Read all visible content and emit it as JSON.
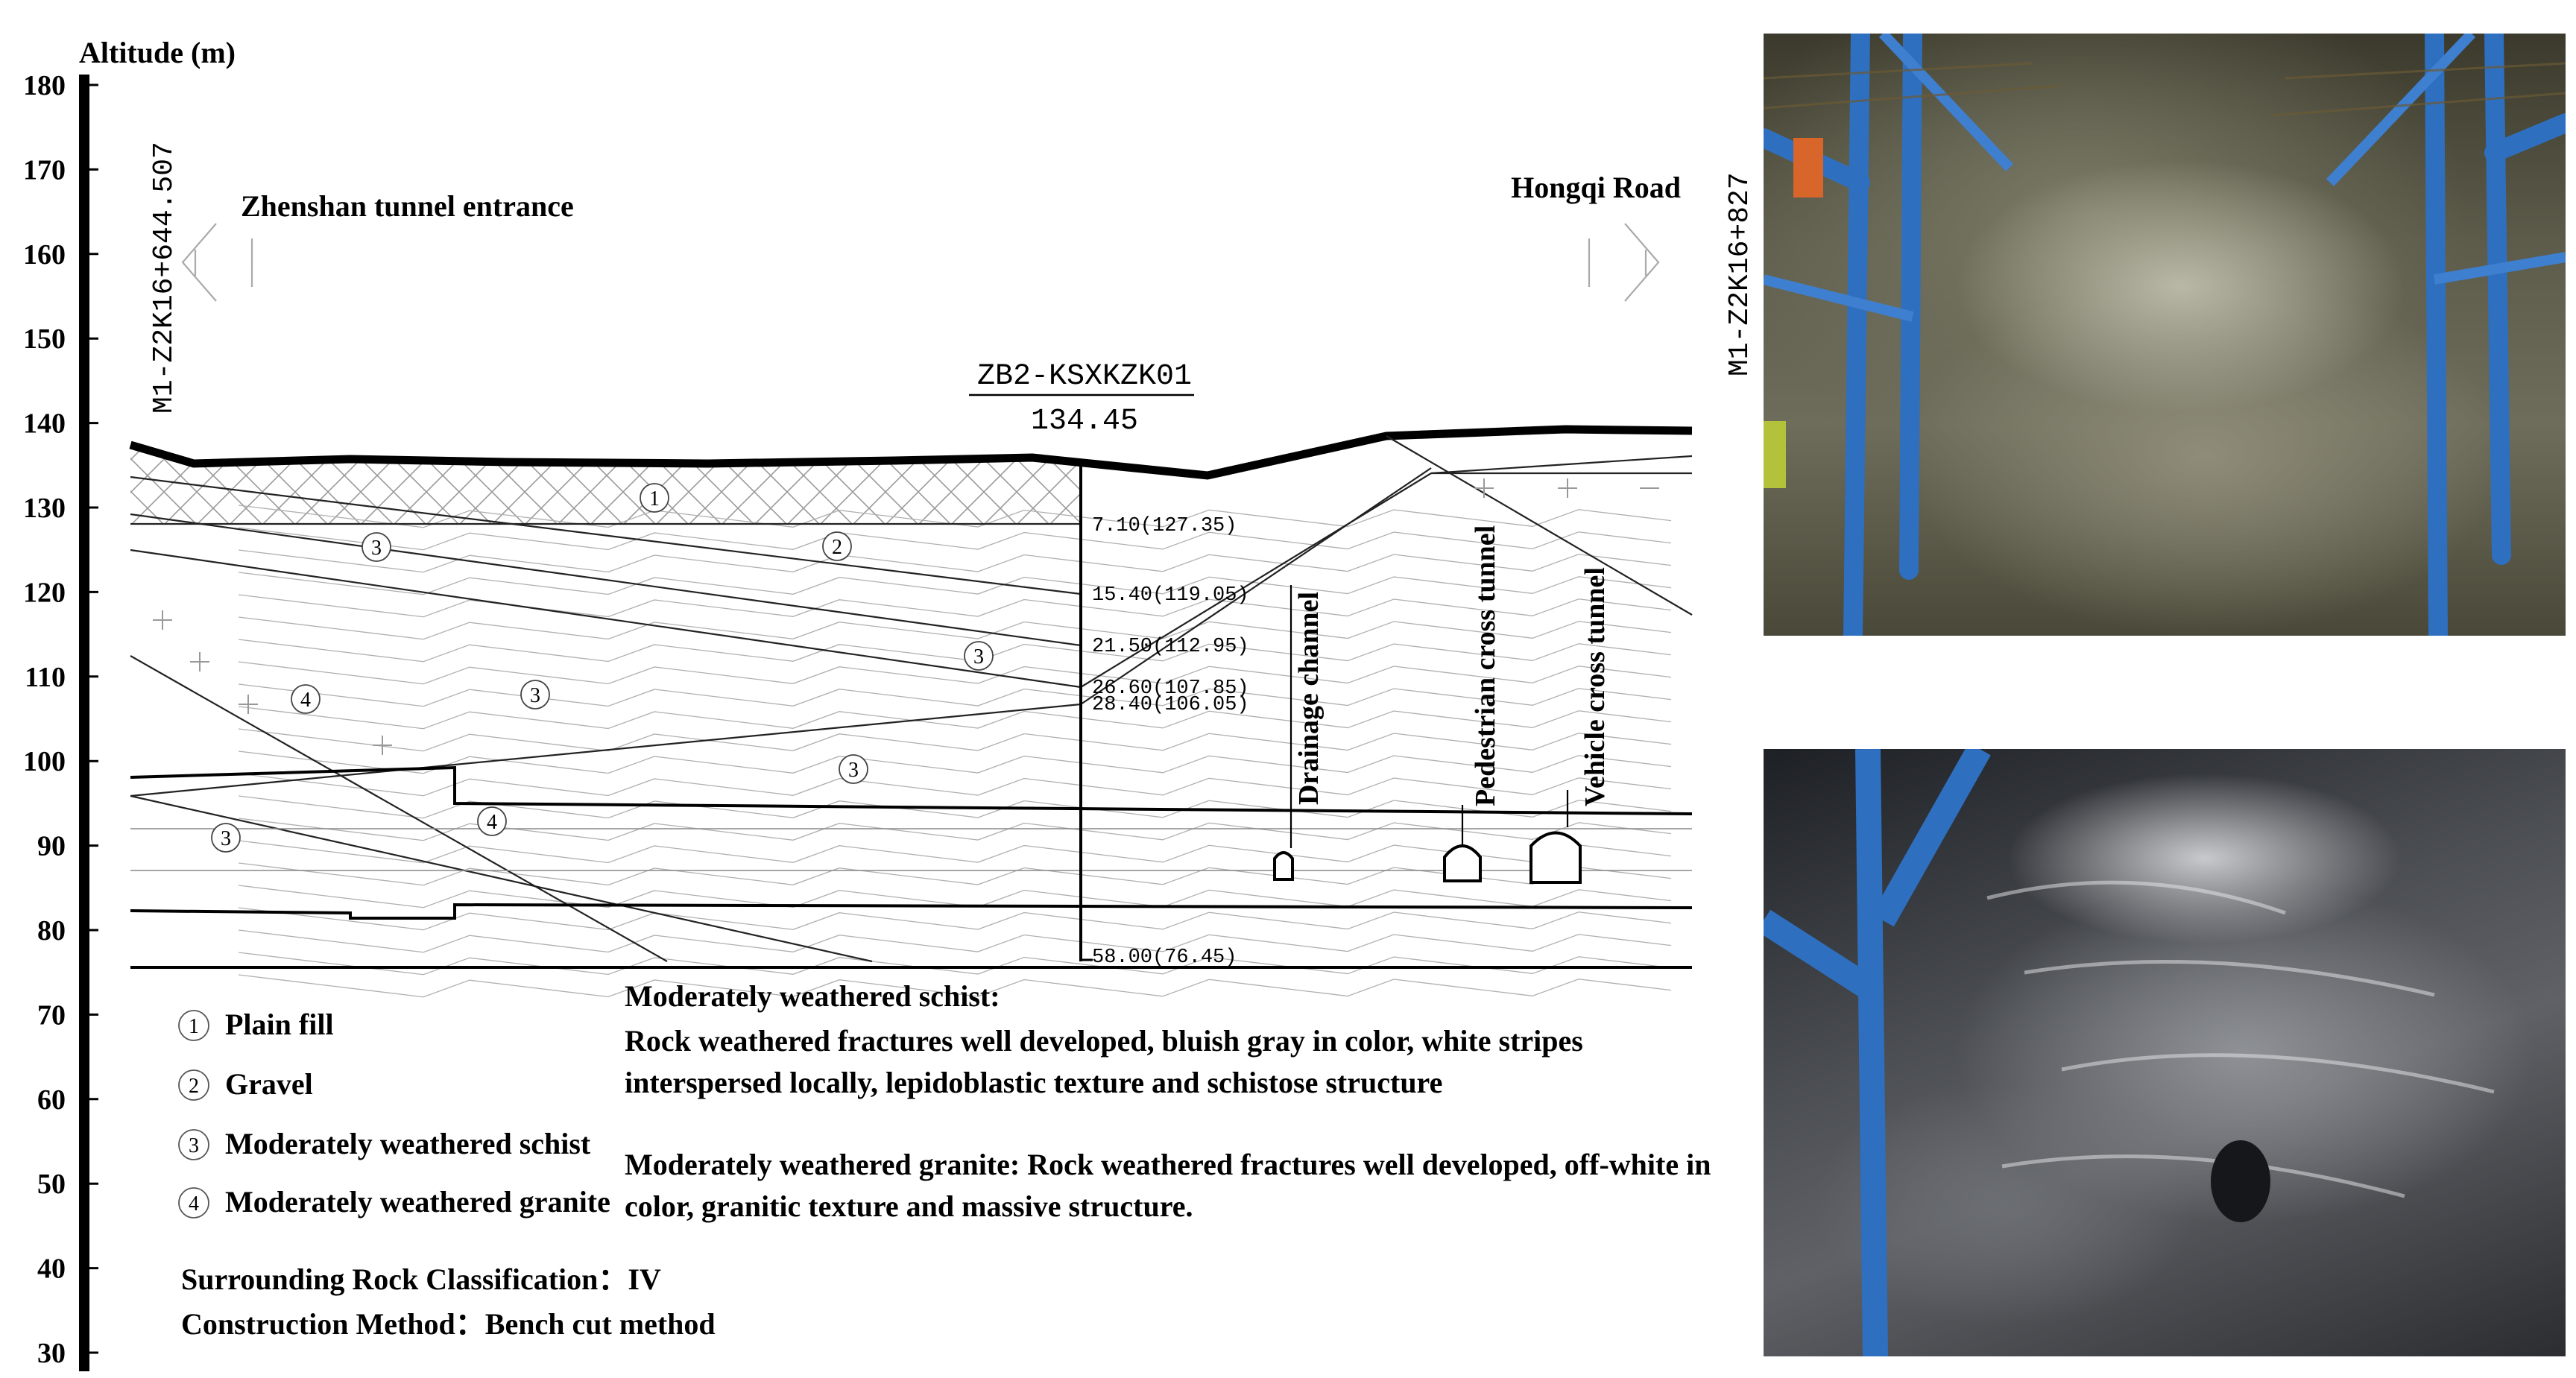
{
  "axis": {
    "title": "Altitude (m)",
    "ticks": [
      "180",
      "170",
      "160",
      "150",
      "140",
      "130",
      "120",
      "110",
      "100",
      "90",
      "80",
      "70",
      "60",
      "50",
      "40",
      "30"
    ]
  },
  "section": {
    "left_station": "M1-Z2K16+644.507",
    "right_station": "M1-Z2K16+827",
    "left_label": "Zhenshan tunnel entrance",
    "right_label": "Hongqi Road",
    "borehole_name": "ZB2-KSXKZK01",
    "borehole_elevation": "134.45",
    "depth_labels": [
      "7.10(127.35)",
      "15.40(119.05)",
      "21.50(112.95)",
      "26.60(107.85)",
      "28.40(106.05)",
      "58.00(76.45)"
    ],
    "tunnels": [
      "Drainage channel",
      "Pedestrian cross tunnel",
      "Vehicle cross tunnel"
    ],
    "layer_markers": [
      "1",
      "2",
      "3",
      "4"
    ]
  },
  "legend": {
    "items": [
      {
        "num": "1",
        "label": "Plain fill"
      },
      {
        "num": "2",
        "label": "Gravel"
      },
      {
        "num": "3",
        "label": "Moderately weathered schist"
      },
      {
        "num": "4",
        "label": "Moderately weathered granite"
      }
    ],
    "schist_title": "Moderately weathered schist:",
    "schist_line1": "Rock weathered fractures well developed, bluish gray in color, white stripes",
    "schist_line2": "interspersed locally, lepidoblastic texture and schistose structure",
    "granite_line1": "Moderately weathered granite: Rock weathered fractures well developed,  off-white in",
    "granite_line2": "color, granitic texture and massive structure.",
    "classification": "Surrounding Rock Classification：IV",
    "method": "Construction Method：Bench cut method"
  }
}
